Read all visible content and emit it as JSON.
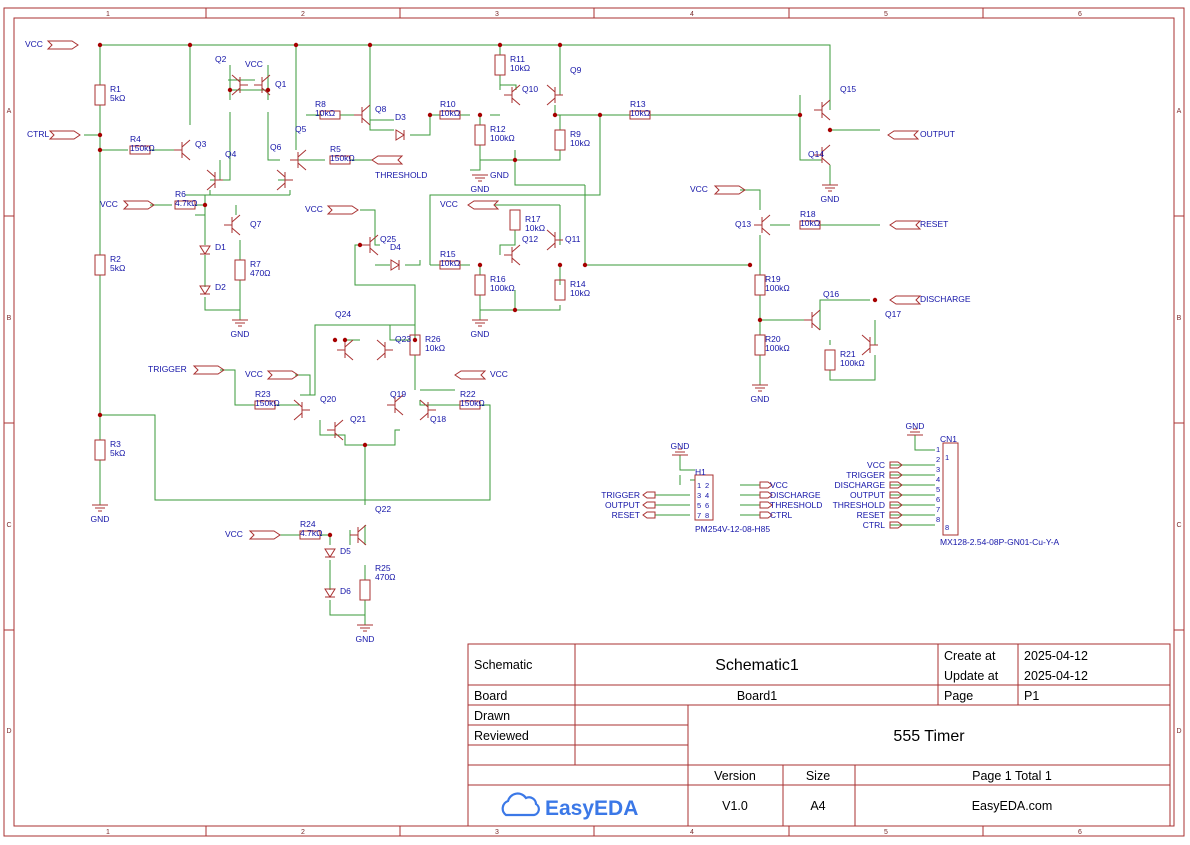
{
  "title_block": {
    "schematic_label": "Schematic",
    "schematic_value": "Schematic1",
    "create_label": "Create at",
    "create_value": "2025-04-12",
    "update_label": "Update at",
    "update_value": "2025-04-12",
    "board_label": "Board",
    "board_value": "Board1",
    "page_label": "Page",
    "page_value": "P1",
    "drawn_label": "Drawn",
    "reviewed_label": "Reviewed",
    "project_title": "555 Timer",
    "version_label": "Version",
    "version_value": "V1.0",
    "size_label": "Size",
    "size_value": "A4",
    "pagecount_label": "Page  1  Total  1",
    "logo_text": "EasyEDA",
    "site": "EasyEDA.com"
  },
  "frame": {
    "col_labels": [
      "1",
      "2",
      "3",
      "4",
      "5",
      "6"
    ],
    "row_labels": [
      "A",
      "B",
      "C",
      "D"
    ]
  },
  "nets": {
    "vcc": "VCC",
    "ctrl": "CTRL",
    "threshold": "THRESHOLD",
    "trigger": "TRIGGER",
    "output": "OUTPUT",
    "reset": "RESET",
    "discharge": "DISCHARGE",
    "gnd": "GND"
  },
  "resistors": [
    {
      "ref": "R1",
      "value": "5kΩ"
    },
    {
      "ref": "R2",
      "value": "5kΩ"
    },
    {
      "ref": "R3",
      "value": "5kΩ"
    },
    {
      "ref": "R4",
      "value": "150kΩ"
    },
    {
      "ref": "R5",
      "value": "150kΩ"
    },
    {
      "ref": "R6",
      "value": "4.7kΩ"
    },
    {
      "ref": "R7",
      "value": "470Ω"
    },
    {
      "ref": "R8",
      "value": "10kΩ"
    },
    {
      "ref": "R9",
      "value": "10kΩ"
    },
    {
      "ref": "R10",
      "value": "10kΩ"
    },
    {
      "ref": "R11",
      "value": "10kΩ"
    },
    {
      "ref": "R12",
      "value": "100kΩ"
    },
    {
      "ref": "R13",
      "value": "10kΩ"
    },
    {
      "ref": "R14",
      "value": "10kΩ"
    },
    {
      "ref": "R15",
      "value": "10kΩ"
    },
    {
      "ref": "R16",
      "value": "100kΩ"
    },
    {
      "ref": "R17",
      "value": "10kΩ"
    },
    {
      "ref": "R18",
      "value": "10kΩ"
    },
    {
      "ref": "R19",
      "value": "100kΩ"
    },
    {
      "ref": "R20",
      "value": "100kΩ"
    },
    {
      "ref": "R21",
      "value": "100kΩ"
    },
    {
      "ref": "R22",
      "value": "150kΩ"
    },
    {
      "ref": "R23",
      "value": "150kΩ"
    },
    {
      "ref": "R24",
      "value": "4.7kΩ"
    },
    {
      "ref": "R25",
      "value": "470Ω"
    },
    {
      "ref": "R26",
      "value": "10kΩ"
    }
  ],
  "transistors": [
    "Q1",
    "Q2",
    "Q3",
    "Q4",
    "Q5",
    "Q6",
    "Q7",
    "Q8",
    "Q9",
    "Q10",
    "Q11",
    "Q12",
    "Q13",
    "Q14",
    "Q15",
    "Q16",
    "Q17",
    "Q18",
    "Q19",
    "Q20",
    "Q21",
    "Q22",
    "Q23",
    "Q24",
    "Q25"
  ],
  "diodes": [
    "D1",
    "D2",
    "D3",
    "D4",
    "D5",
    "D6"
  ],
  "header_h1": {
    "ref": "H1",
    "part": "PM254V-12-08-H85",
    "pins": [
      "1",
      "2",
      "3",
      "4",
      "5",
      "6",
      "7",
      "8"
    ]
  },
  "connector_cn1": {
    "ref": "CN1",
    "part": "MX128-2.54-08P-GN01-Cu-Y-A",
    "pins": [
      "1",
      "2",
      "3",
      "4",
      "5",
      "6",
      "7",
      "8"
    ]
  }
}
